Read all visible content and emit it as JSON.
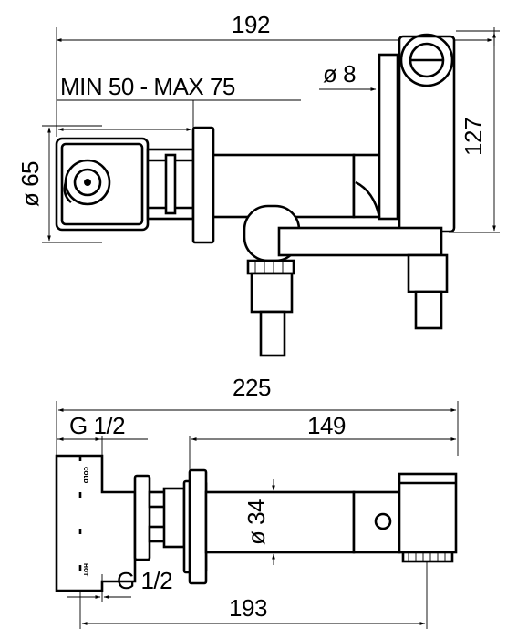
{
  "top_view": {
    "overall_width": "192",
    "depth_range": "MIN  50 - MAX 75",
    "diameter_small": "ø 8",
    "diameter_flange": "ø 65",
    "height": "127"
  },
  "bottom_view": {
    "overall_length": "225",
    "inlet_thread": "G 1/2",
    "body_length": "149",
    "body_diameter": "ø 34",
    "outlet_thread": "G 1/2",
    "wall_to_outlet": "193",
    "cold_label": "COLD",
    "hot_label": "HOT"
  }
}
